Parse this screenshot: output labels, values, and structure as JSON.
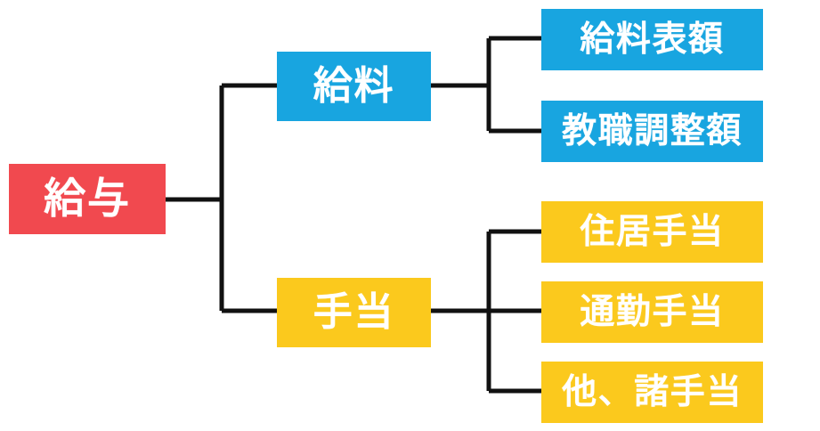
{
  "diagram": {
    "type": "tree",
    "orientation": "left-to-right",
    "title": "給与",
    "colors": {
      "root": "#f1494f",
      "salary_branch": "#18a5e0",
      "allowance_branch": "#fbc91d",
      "connector": "#111111",
      "background": "#ffffff",
      "label_text": "#ffffff"
    },
    "root": {
      "label": "給与"
    },
    "branches": [
      {
        "id": "salary",
        "label": "給料",
        "color": "#18a5e0",
        "children": [
          {
            "label": "給料表額"
          },
          {
            "label": "教職調整額"
          }
        ]
      },
      {
        "id": "allowance",
        "label": "手当",
        "color": "#fbc91d",
        "children": [
          {
            "label": "住居手当"
          },
          {
            "label": "通勤手当"
          },
          {
            "label": "他、諸手当"
          }
        ]
      }
    ]
  }
}
